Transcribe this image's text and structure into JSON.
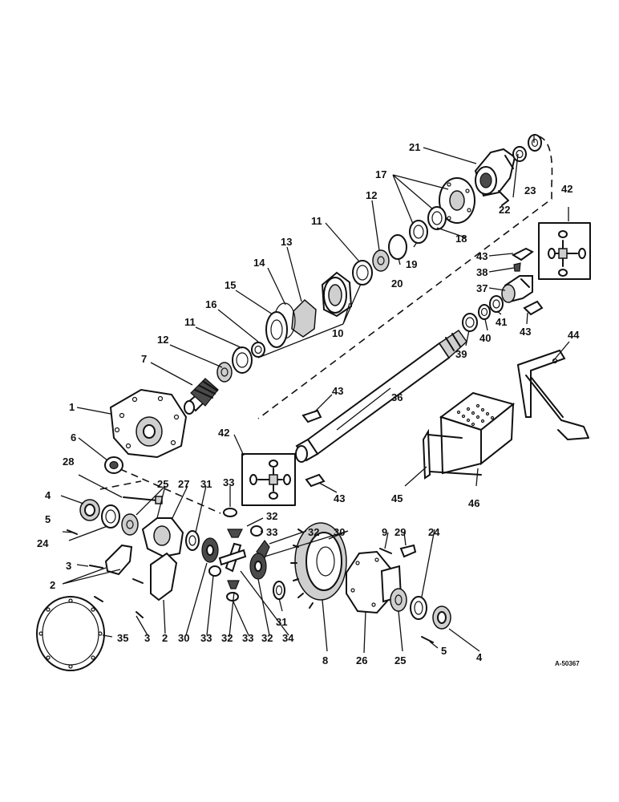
{
  "drawing_ref": "A-50367",
  "callouts": [
    {
      "id": "c21",
      "label": "21"
    },
    {
      "id": "c17",
      "label": "17"
    },
    {
      "id": "c23",
      "label": "23"
    },
    {
      "id": "c22",
      "label": "22"
    },
    {
      "id": "c18",
      "label": "18"
    },
    {
      "id": "c42a",
      "label": "42"
    },
    {
      "id": "c12a",
      "label": "12"
    },
    {
      "id": "c11a",
      "label": "11"
    },
    {
      "id": "c13",
      "label": "13"
    },
    {
      "id": "c14",
      "label": "14"
    },
    {
      "id": "c15",
      "label": "15"
    },
    {
      "id": "c16",
      "label": "16"
    },
    {
      "id": "c11b",
      "label": "11"
    },
    {
      "id": "c12b",
      "label": "12"
    },
    {
      "id": "c7",
      "label": "7"
    },
    {
      "id": "c10",
      "label": "10"
    },
    {
      "id": "c19",
      "label": "19"
    },
    {
      "id": "c20",
      "label": "20"
    },
    {
      "id": "c43a",
      "label": "43"
    },
    {
      "id": "c38",
      "label": "38"
    },
    {
      "id": "c37",
      "label": "37"
    },
    {
      "id": "c43b",
      "label": "43"
    },
    {
      "id": "c41",
      "label": "41"
    },
    {
      "id": "c40",
      "label": "40"
    },
    {
      "id": "c39",
      "label": "39"
    },
    {
      "id": "c44",
      "label": "44"
    },
    {
      "id": "c1",
      "label": "1"
    },
    {
      "id": "c6",
      "label": "6"
    },
    {
      "id": "c36",
      "label": "36"
    },
    {
      "id": "c43c",
      "label": "43"
    },
    {
      "id": "c28",
      "label": "28"
    },
    {
      "id": "c42b",
      "label": "42"
    },
    {
      "id": "c43d",
      "label": "43"
    },
    {
      "id": "c45",
      "label": "45"
    },
    {
      "id": "c46",
      "label": "46"
    },
    {
      "id": "c25a",
      "label": "25"
    },
    {
      "id": "c27",
      "label": "27"
    },
    {
      "id": "c31a",
      "label": "31"
    },
    {
      "id": "c33a",
      "label": "33"
    },
    {
      "id": "c4a",
      "label": "4"
    },
    {
      "id": "c5a",
      "label": "5"
    },
    {
      "id": "c24a",
      "label": "24"
    },
    {
      "id": "c32a",
      "label": "32"
    },
    {
      "id": "c33b",
      "label": "33"
    },
    {
      "id": "c32b",
      "label": "32"
    },
    {
      "id": "c30a",
      "label": "30"
    },
    {
      "id": "c9",
      "label": "9"
    },
    {
      "id": "c29",
      "label": "29"
    },
    {
      "id": "c24b",
      "label": "24"
    },
    {
      "id": "c3a",
      "label": "3"
    },
    {
      "id": "c2a",
      "label": "2"
    },
    {
      "id": "c31b",
      "label": "31"
    },
    {
      "id": "c35",
      "label": "35"
    },
    {
      "id": "c3b",
      "label": "3"
    },
    {
      "id": "c2b",
      "label": "2"
    },
    {
      "id": "c30b",
      "label": "30"
    },
    {
      "id": "c33c",
      "label": "33"
    },
    {
      "id": "c32c",
      "label": "32"
    },
    {
      "id": "c33d",
      "label": "33"
    },
    {
      "id": "c32d",
      "label": "32"
    },
    {
      "id": "c34",
      "label": "34"
    },
    {
      "id": "c8",
      "label": "8"
    },
    {
      "id": "c26",
      "label": "26"
    },
    {
      "id": "c25b",
      "label": "25"
    },
    {
      "id": "c5b",
      "label": "5"
    },
    {
      "id": "c4b",
      "label": "4"
    }
  ]
}
